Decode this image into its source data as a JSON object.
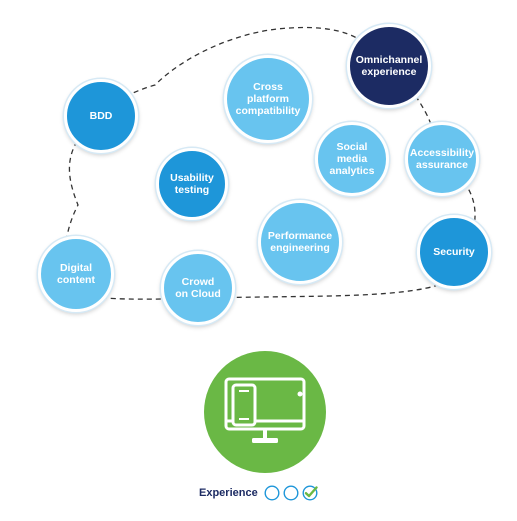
{
  "nodes": [
    {
      "id": "omnichannel",
      "label": "Omnichannel\nexperience",
      "color": "dark"
    },
    {
      "id": "cross-platform",
      "label": "Cross\nplatform\ncompatibility",
      "color": "light"
    },
    {
      "id": "bdd",
      "label": "BDD",
      "color": "mid"
    },
    {
      "id": "usability",
      "label": "Usability\ntesting",
      "color": "mid"
    },
    {
      "id": "social",
      "label": "Social\nmedia\nanalytics",
      "color": "light"
    },
    {
      "id": "accessibility",
      "label": "Accessibility\nassurance",
      "color": "light"
    },
    {
      "id": "performance",
      "label": "Performance\nengineering",
      "color": "light"
    },
    {
      "id": "security",
      "label": "Security",
      "color": "mid"
    },
    {
      "id": "digital",
      "label": "Digital\ncontent",
      "color": "light"
    },
    {
      "id": "crowd",
      "label": "Crowd\non Cloud",
      "color": "light"
    }
  ],
  "legend": {
    "label": "Experience",
    "outline_color": "#1e96d9",
    "check_color": "#6ab845"
  },
  "colors": {
    "dark": "#1c2b63",
    "mid": "#1e96d9",
    "light": "#68c4ef",
    "green": "#6ab845"
  },
  "icons": {
    "center": "monitor-and-phone-icon"
  }
}
